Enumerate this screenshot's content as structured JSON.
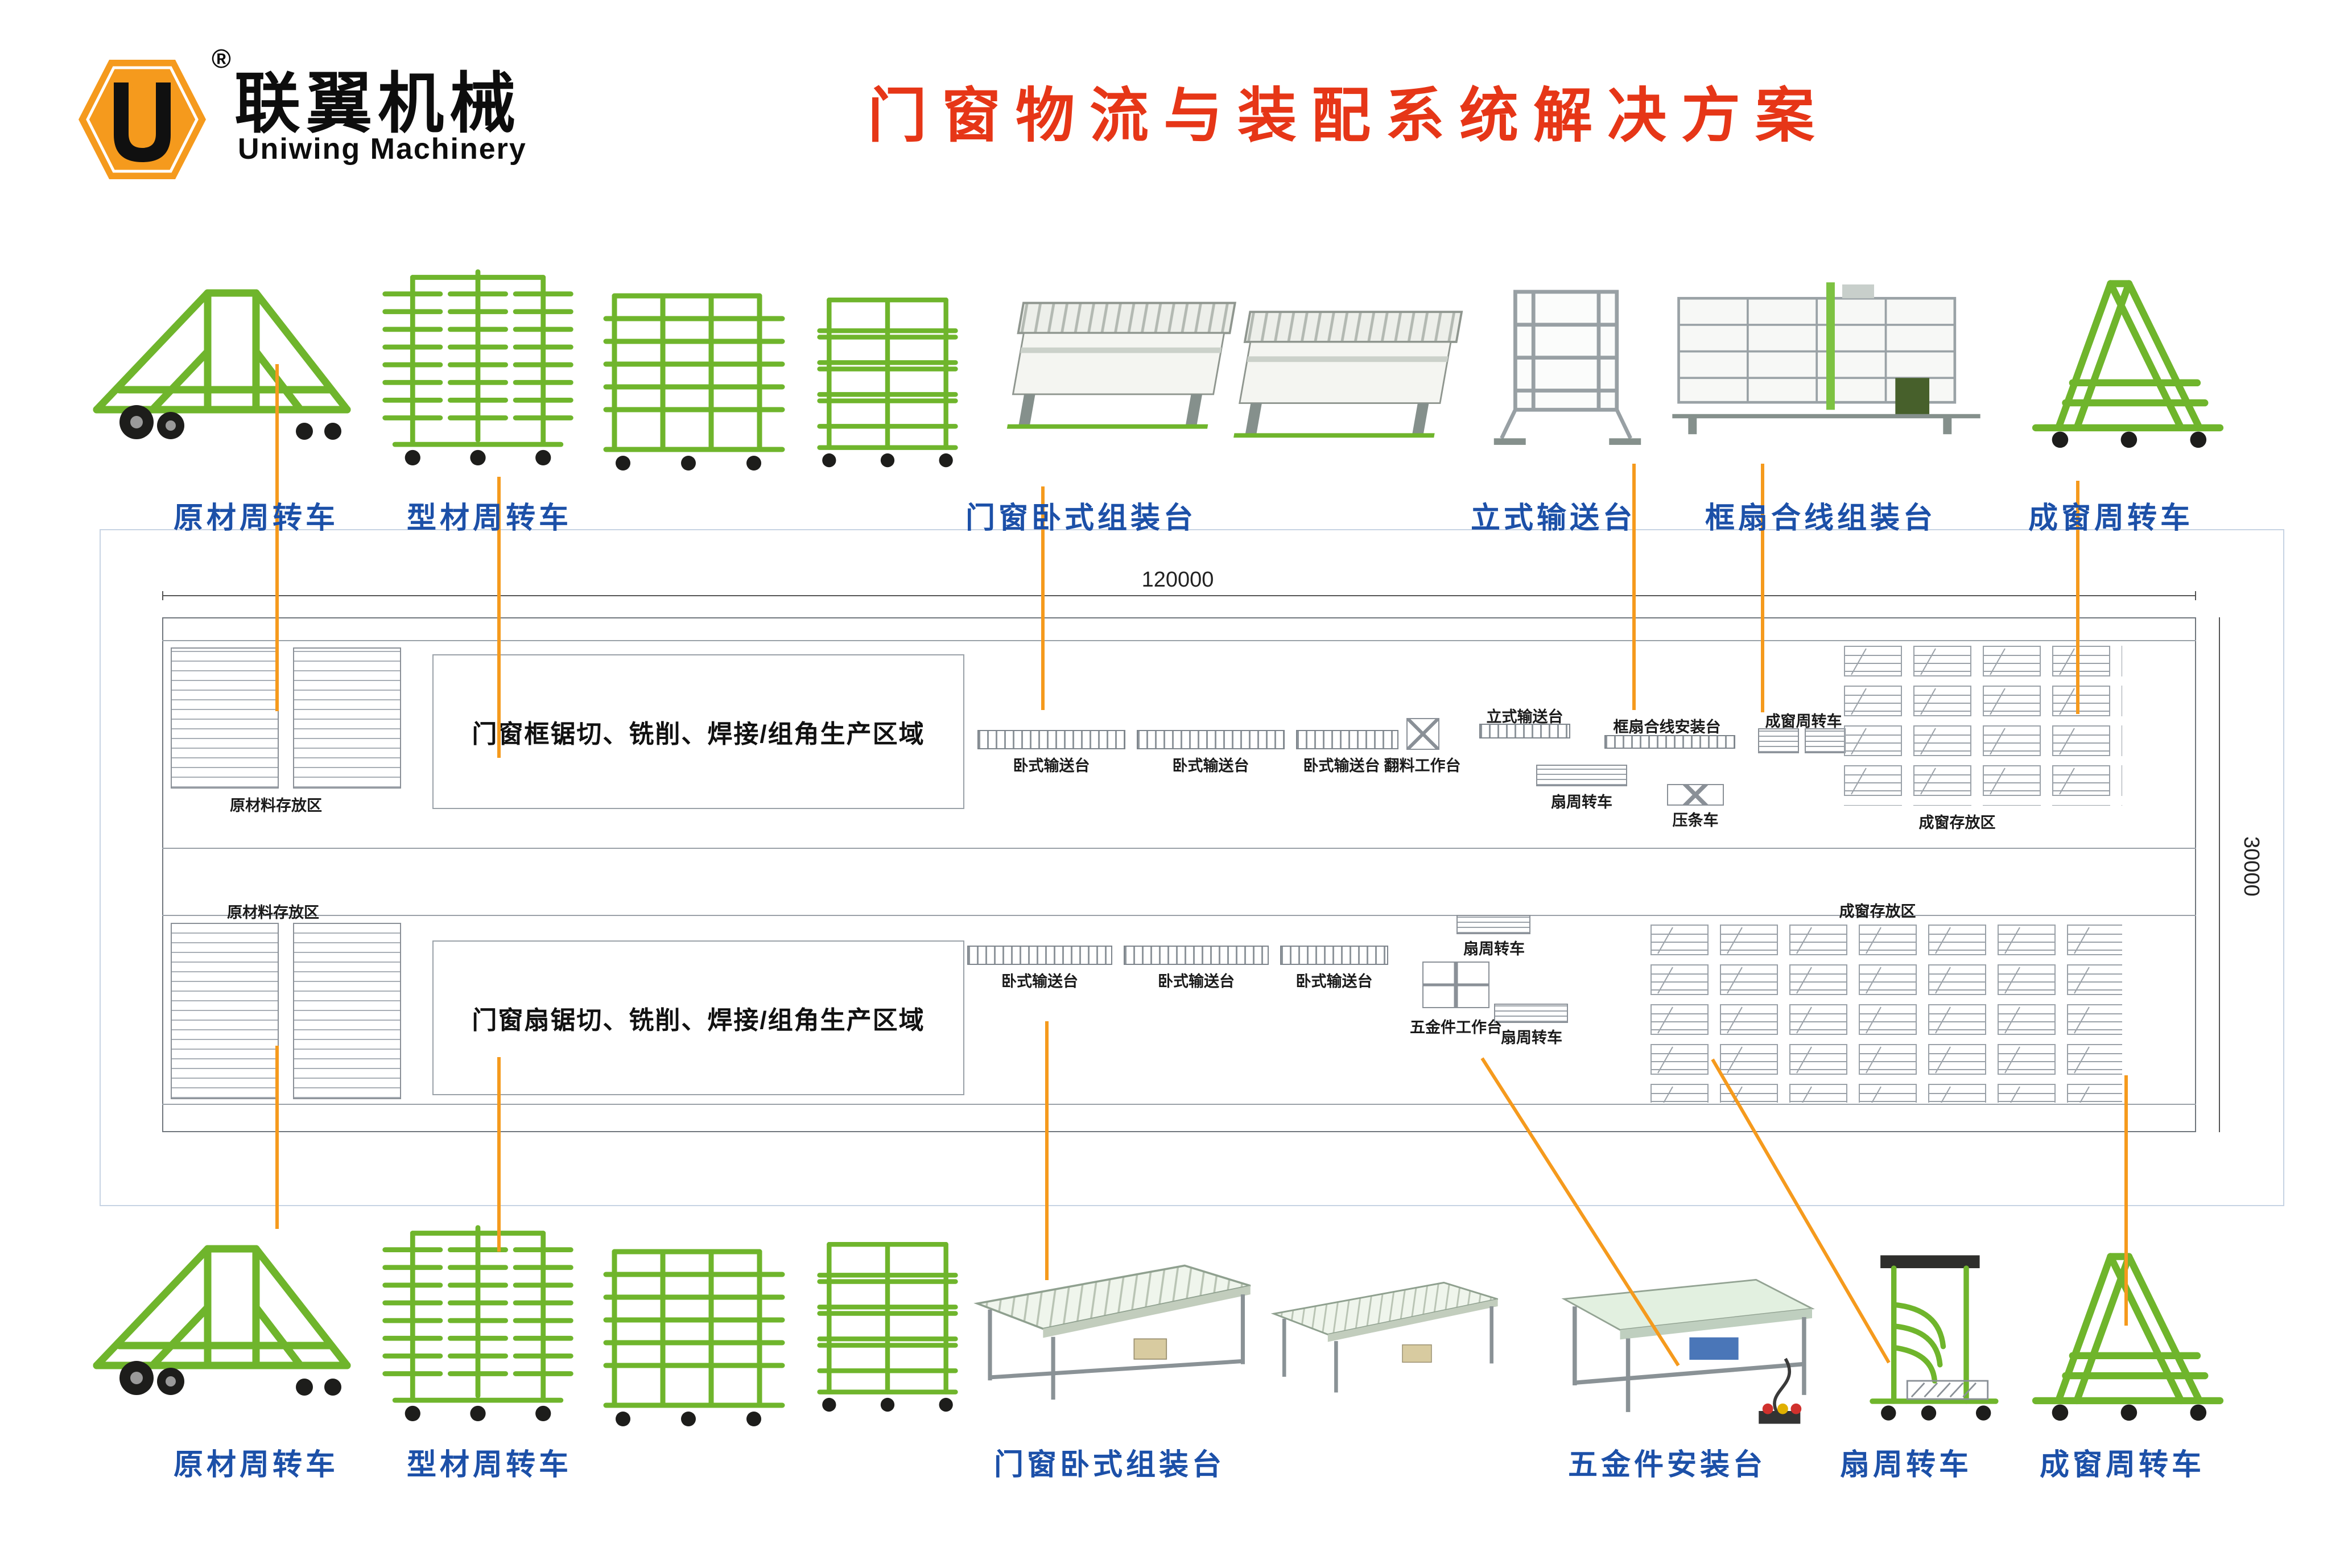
{
  "brand": {
    "name_cn": "联翼机械",
    "name_en": "Uniwing Machinery",
    "registered": "®"
  },
  "title": "门窗物流与装配系统解决方案",
  "dimensions": {
    "plant_width": "120000",
    "plant_height": "30000"
  },
  "equipment": {
    "raw_cart": "原材周转车",
    "profile_cart": "型材周转车",
    "horizontal_assembly_table": "门窗卧式组装台",
    "vertical_conveyor": "立式输送台",
    "frame_sash_assembly_table": "框扇合线组装台",
    "finished_window_cart": "成窗周转车",
    "hardware_install_table": "五金件安装台",
    "sash_cart": "扇周转车"
  },
  "floorplan": {
    "raw_material_storage": "原材料存放区",
    "finished_window_storage": "成窗存放区",
    "frame_production_zone": "门窗框锯切、铣削、焊接/组角生产区域",
    "sash_production_zone": "门窗扇锯切、铣削、焊接/组角生产区域",
    "horizontal_conveyor": "卧式输送台",
    "flip_worktable": "翻料工作台",
    "vertical_conveyor": "立式输送台",
    "frame_sash_install_table": "框扇合线安装台",
    "finished_window_cart": "成窗周转车",
    "sash_cart": "扇周转车",
    "bead_cart": "压条车",
    "hardware_worktable": "五金件工作台"
  },
  "colors": {
    "accent_orange": "#F59A1D",
    "title_red": "#E63617",
    "label_blue": "#1C50A8",
    "equipment_green": "#6FB52C"
  }
}
